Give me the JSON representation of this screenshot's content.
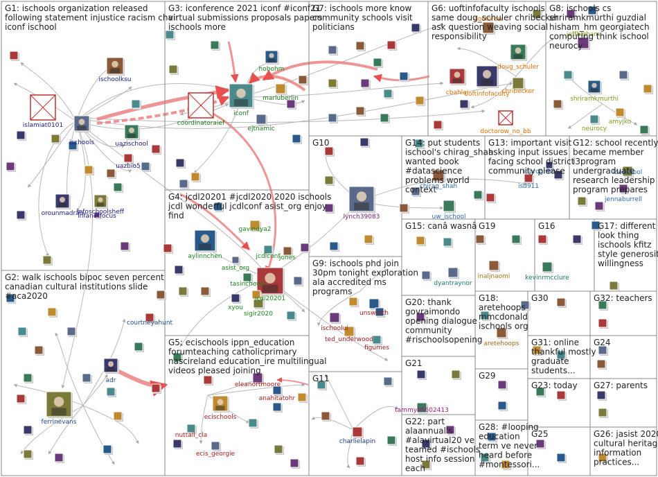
{
  "groups": [
    {
      "id": "G1",
      "lines": [
        "G1: ischools organization released",
        "following statement injustice racism chair",
        "iconf ischool"
      ]
    },
    {
      "id": "G2",
      "lines": [
        "G2: walk ischools bipoc seven percent",
        "canadian cultural institutions slide",
        "#aca2020"
      ]
    },
    {
      "id": "G3",
      "lines": [
        "G3: iconference 2021 iconf #iconf21",
        "virtual submissions proposals papers",
        "ischools more"
      ]
    },
    {
      "id": "G4",
      "lines": [
        "G4: jcdl20201 #jcdl2020 2020 ischools",
        "jcdl wonderful jcdlconf asist_org enjoy",
        "find"
      ]
    },
    {
      "id": "G5",
      "lines": [
        "G5: ecischools ippn_education",
        "forumteaching catholicprimary",
        "nascireland education_ire multilingual",
        "videos pleased joining"
      ]
    },
    {
      "id": "G6",
      "lines": [
        "G6: uoftinfofaculty ischools",
        "same doug_schuler chribecker",
        "ask question weaving social",
        "responsibility"
      ]
    },
    {
      "id": "G7",
      "lines": [
        "G7: ischools more know",
        "community schools visit",
        "politicians"
      ]
    },
    {
      "id": "G8",
      "lines": [
        "G8: ischools cs",
        "shriramkmurthi guzdial",
        "hisham_hm georgiatech",
        "computing think ischool",
        "neurocy"
      ]
    },
    {
      "id": "G9",
      "lines": [
        "G9: ischools phd join",
        "30pm tonight exploration",
        "ala accredited ms",
        "programs"
      ]
    },
    {
      "id": "G10",
      "lines": [
        "G10"
      ]
    },
    {
      "id": "G11",
      "lines": [
        "G11"
      ]
    },
    {
      "id": "G12",
      "lines": [
        "G12: school recently",
        "became member",
        "i3program",
        "undergraduate",
        "research leadership",
        "program prepares"
      ]
    },
    {
      "id": "G13",
      "lines": [
        "G13: important visit",
        "asking input issues",
        "facing school district",
        "community please"
      ]
    },
    {
      "id": "G14",
      "lines": [
        "G14: put students",
        "ischool's chirag_shah",
        "wanted book",
        "#datascience",
        "problems world",
        "context"
      ]
    },
    {
      "id": "G15",
      "lines": [
        "G15: canâ wasnâ"
      ]
    },
    {
      "id": "G16",
      "lines": [
        "G16"
      ]
    },
    {
      "id": "G17",
      "lines": [
        "G17: different",
        "look thing",
        "ischools kfitz",
        "style generosity",
        "willingness"
      ]
    },
    {
      "id": "G18",
      "lines": [
        "G18:",
        "aretehoops",
        "mmcdonald",
        "ischools org"
      ]
    },
    {
      "id": "G19",
      "lines": [
        "G19"
      ]
    },
    {
      "id": "G20",
      "lines": [
        "G20: thank",
        "govraimondo",
        "opening dialogue",
        "community",
        "#rischoolsopening"
      ]
    },
    {
      "id": "G21",
      "lines": [
        "G21"
      ]
    },
    {
      "id": "G22",
      "lines": [
        "G22: part",
        "alaannual's",
        "#alavirtual20 ve",
        "teamed #ischools",
        "host info session",
        "each"
      ]
    },
    {
      "id": "G23",
      "lines": [
        "G23: today"
      ]
    },
    {
      "id": "G24",
      "lines": [
        "G24"
      ]
    },
    {
      "id": "G25",
      "lines": [
        "G25"
      ]
    },
    {
      "id": "G26",
      "lines": [
        "G26: jasist 2020",
        "cultural heritage",
        "information",
        "practices..."
      ]
    },
    {
      "id": "G27",
      "lines": [
        "G27: parents"
      ]
    },
    {
      "id": "G28",
      "lines": [
        "G28: #looping",
        "education",
        "term ve never",
        "heard before",
        "#montessori..."
      ]
    },
    {
      "id": "G29",
      "lines": [
        "G29"
      ]
    },
    {
      "id": "G30",
      "lines": [
        "G30"
      ]
    },
    {
      "id": "G31",
      "lines": [
        "G31: online",
        "thankful mostly",
        "graduate",
        "students..."
      ]
    },
    {
      "id": "G32",
      "lines": [
        "G32: teachers"
      ]
    }
  ],
  "node_labels": [
    {
      "key": "ischools",
      "text": "ischools",
      "color": "#1a1a80"
    },
    {
      "key": "islamiat0101",
      "text": "islamiat0101",
      "color": "#1a1a80"
    },
    {
      "key": "ischoolksu",
      "text": "ischoolksu",
      "color": "#1a1a80"
    },
    {
      "key": "uazischool",
      "text": "uazischool",
      "color": "#1a1a80"
    },
    {
      "key": "uazbio5",
      "text": "uazbio5",
      "color": "#1a1a80"
    },
    {
      "key": "orounmadran",
      "text": "orounmadran",
      "color": "#1a1a80"
    },
    {
      "key": "infoschoolsheff",
      "text": "infoschoolsheff",
      "color": "#1a1a80"
    },
    {
      "key": "infanetfocus",
      "text": "infanetfocus",
      "color": "#1a1a80"
    },
    {
      "key": "hobohm",
      "text": "hobohm",
      "color": "#1a7a1a"
    },
    {
      "key": "marluberlin",
      "text": "marluberlin",
      "color": "#1a7a1a"
    },
    {
      "key": "iconf",
      "text": "iconf",
      "color": "#1a7a1a"
    },
    {
      "key": "ejtnamic",
      "text": "ejtnamic",
      "color": "#1a7a1a"
    },
    {
      "key": "coordinatoraief",
      "text": "coordinatoraief",
      "color": "#1a7a1a"
    },
    {
      "key": "doctorow",
      "text": "doctorow",
      "color": "#e07000"
    },
    {
      "key": "doug_schuler",
      "text": "doug_schuler",
      "color": "#e07000"
    },
    {
      "key": "cbahlai",
      "text": "cbahlai",
      "color": "#e07000"
    },
    {
      "key": "uoftinfofaculty",
      "text": "uoftinfofaculty",
      "color": "#e07000"
    },
    {
      "key": "chribecker",
      "text": "chribecker",
      "color": "#e07000"
    },
    {
      "key": "doctorow_no_bb",
      "text": "doctorow_no_bb",
      "color": "#e07000"
    },
    {
      "key": "jeffbigham",
      "text": "jeffbigham",
      "color": "#7aa01a"
    },
    {
      "key": "shriramkmurthi",
      "text": "shriramkmurthi",
      "color": "#7aa01a"
    },
    {
      "key": "amyjko",
      "text": "amyjko",
      "color": "#7aa01a"
    },
    {
      "key": "neurocy",
      "text": "neurocy",
      "color": "#7aa01a"
    },
    {
      "key": "lynch39083",
      "text": "lynch39083",
      "color": "#7a1a7a"
    },
    {
      "key": "chirag_shah",
      "text": "chirag_shah",
      "color": "#2a6ab0"
    },
    {
      "key": "uw_ischool",
      "text": "uw_ischool",
      "color": "#2a6ab0"
    },
    {
      "key": "isd911",
      "text": "isd911",
      "color": "#2a6ab0"
    },
    {
      "key": "i3program",
      "text": "i3program",
      "color": "#2a6ab0"
    },
    {
      "key": "ldeschool",
      "text": "ldeschool",
      "color": "#2a6ab0"
    },
    {
      "key": "jennaburrell",
      "text": "jennaburrell",
      "color": "#2a6ab0"
    },
    {
      "key": "aylinnchen",
      "text": "aylinnchen",
      "color": "#1a8a1a"
    },
    {
      "key": "gavindya2",
      "text": "gavindya2",
      "color": "#1a8a1a"
    },
    {
      "key": "jcdlconf",
      "text": "jcdlconf",
      "color": "#1a8a1a"
    },
    {
      "key": "asist_org",
      "text": "asist_org",
      "color": "#1a8a1a"
    },
    {
      "key": "jones",
      "text": "jones",
      "color": "#1a8a1a"
    },
    {
      "key": "tasinchoud",
      "text": "tasinchoud",
      "color": "#1a8a1a"
    },
    {
      "key": "jcdl20201",
      "text": "jcdl20201",
      "color": "#1a8a1a"
    },
    {
      "key": "xyou",
      "text": "xyou",
      "color": "#1a8a1a"
    },
    {
      "key": "sigir2020",
      "text": "sigir2020",
      "color": "#1a8a1a"
    },
    {
      "key": "ischoolui",
      "text": "ischoolui",
      "color": "#a01a1a"
    },
    {
      "key": "unsworth",
      "text": "unsworth",
      "color": "#a01a1a"
    },
    {
      "key": "ted_underwood",
      "text": "ted_underwood",
      "color": "#a01a1a"
    },
    {
      "key": "figumes",
      "text": "figumes",
      "color": "#a01a1a"
    },
    {
      "key": "dyantraynor",
      "text": "dyantraynor",
      "color": "#1a7a6a"
    },
    {
      "key": "inaljnaomi",
      "text": "inaljnaomi",
      "color": "#a07a1a"
    },
    {
      "key": "kevinrmcclure",
      "text": "kevinrmcclure",
      "color": "#1a7a6a"
    },
    {
      "key": "courtneyahunt",
      "text": "courtneyahunt",
      "color": "#1a4a8a"
    },
    {
      "key": "adr",
      "text": "adr",
      "color": "#1a4a8a"
    },
    {
      "key": "ferrinevans",
      "text": "ferrinevans",
      "color": "#1a4a8a"
    },
    {
      "key": "eleanortmoore",
      "text": "eleanortmoore",
      "color": "#b01a1a"
    },
    {
      "key": "anahitatohr",
      "text": "anahitatohr",
      "color": "#b01a1a"
    },
    {
      "key": "ecischools",
      "text": "ecischools",
      "color": "#b01a1a"
    },
    {
      "key": "nuttall_cla",
      "text": "nuttall_cla",
      "color": "#b01a1a"
    },
    {
      "key": "ecis_georgie",
      "text": "ecis_georgie",
      "color": "#b01a1a"
    },
    {
      "key": "aretehoops",
      "text": "aretehoops",
      "color": "#a06a1a"
    },
    {
      "key": "tammy05602413",
      "text": "tammy05602413",
      "color": "#a01a7a"
    },
    {
      "key": "charlielapin",
      "text": "charlielapin",
      "color": "#1a3a8a"
    }
  ]
}
